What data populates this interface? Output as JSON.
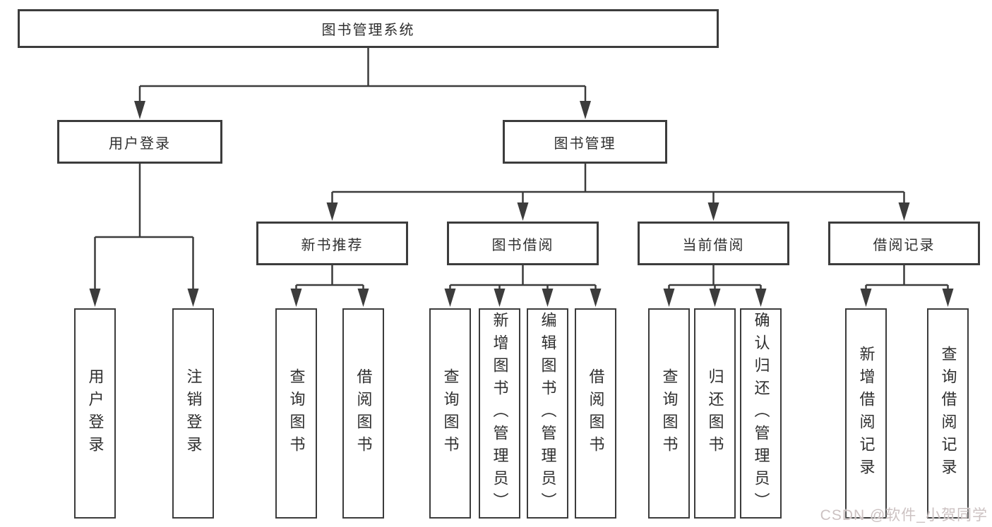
{
  "diagram": {
    "root": {
      "label": "图书管理系统"
    },
    "level2": [
      {
        "label": "用户登录"
      },
      {
        "label": "图书管理"
      }
    ],
    "level3": [
      {
        "label": "新书推荐",
        "parent": "图书管理"
      },
      {
        "label": "图书借阅",
        "parent": "图书管理"
      },
      {
        "label": "当前借阅",
        "parent": "图书管理"
      },
      {
        "label": "借阅记录",
        "parent": "图书管理"
      }
    ],
    "leaves": [
      {
        "label": "用户登录",
        "parent": "用户登录"
      },
      {
        "label": "注销登录",
        "parent": "用户登录"
      },
      {
        "label": "查询图书",
        "parent": "新书推荐"
      },
      {
        "label": "借阅图书",
        "parent": "新书推荐"
      },
      {
        "label": "查询图书",
        "parent": "图书借阅"
      },
      {
        "label": "新增图书（管理员）",
        "parent": "图书借阅"
      },
      {
        "label": "编辑图书（管理员）",
        "parent": "图书借阅"
      },
      {
        "label": "借阅图书",
        "parent": "图书借阅"
      },
      {
        "label": "查询图书",
        "parent": "当前借阅"
      },
      {
        "label": "归还图书",
        "parent": "当前借阅"
      },
      {
        "label": "确认归还（管理员）",
        "parent": "当前借阅"
      },
      {
        "label": "新增借阅记录",
        "parent": "借阅记录"
      },
      {
        "label": "查询借阅记录",
        "parent": "借阅记录"
      }
    ],
    "watermark": "CSDN @软件_小贺同学",
    "colors": {
      "line": "#3c3c3c",
      "box_border": "#3c3c3c",
      "text": "#2f2f2f",
      "watermark": "#ccc2c2",
      "background": "#ffffff"
    }
  }
}
